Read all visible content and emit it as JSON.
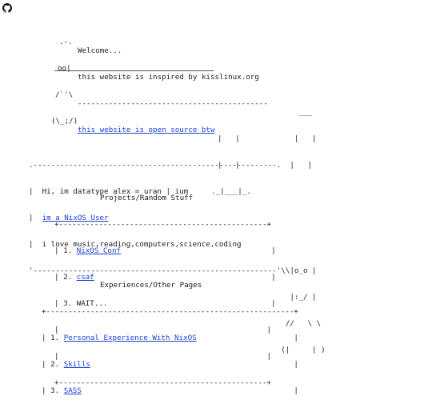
{
  "header": {
    "art": [
      ".-.",
      "oo|",
      "/`'\\",
      "(\\_;/)"
    ],
    "welcome": "Welcome...",
    "inspired": "this website is inspired by kisslinux.org",
    "rule": "-------------------------------------------",
    "open_source_link": "this website is open source btw"
  },
  "intro": {
    "art_top": [
      "                                                             ___",
      "                                                            |   |",
      ".-------------------------------------------------------.  |   |"
    ],
    "greeting": "Hi, im datatype alex = uran | ium",
    "nixos_user_link": "im a NixOS User",
    "interests": "i love music,reading,computers,science,coding",
    "art_right": [
      "|   |",
      "|   |",
      "|   |",
      "._|___|_."
    ],
    "art_bottom": [
      "'-------------------------------------------------------'\\\\|o_o |",
      "                                                           |:_/ |",
      "                                                          //   \\ \\",
      "                                                         (|     | )"
    ]
  },
  "projects": {
    "title": "Projects/Random Stuff",
    "border": "+-----------------------------------------------+",
    "items": [
      {
        "num": "1.",
        "label": "NixOS Conf",
        "link": true
      },
      {
        "num": "2.",
        "label": "csaf",
        "link": true
      },
      {
        "num": "3.",
        "label": "WAIT...",
        "link": false
      }
    ]
  },
  "experiences": {
    "title": "Experiences/Other Pages",
    "border": "+--------------------------------------------------------+",
    "items": [
      {
        "num": "1.",
        "label": "Personal Experience With NixOS"
      },
      {
        "num": "2.",
        "label": "Skills"
      },
      {
        "num": "3.",
        "label": "SASS"
      }
    ]
  }
}
